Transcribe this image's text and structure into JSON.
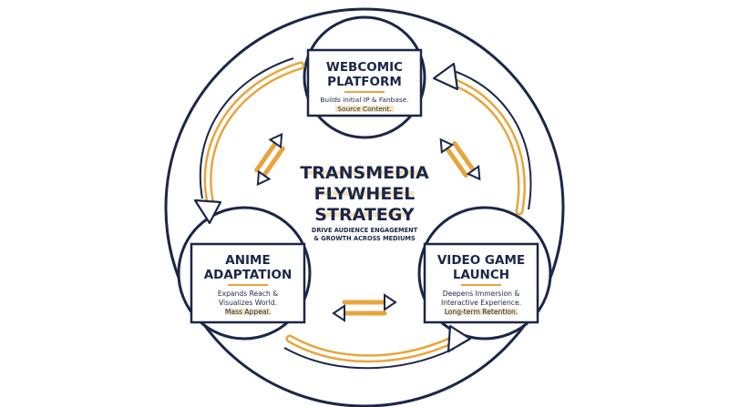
{
  "center": {
    "title_line1": "TRANSMEDIA",
    "title_line2": "FLYWHEEL",
    "title_line3": "STRATEGY",
    "subtitle_line1": "DRIVE AUDIENCE ENGAGEMENT",
    "subtitle_line2": "& GROWTH ACROSS MEDIUMS"
  },
  "nodes": {
    "webcomic": {
      "title_line1": "WEBCOMIC",
      "title_line2": "PLATFORM",
      "desc_line1": "Builds initial IP & Fanbase.",
      "desc_line2": "Source Content."
    },
    "anime": {
      "title_line1": "ANIME",
      "title_line2": "ADAPTATION",
      "desc_line1": "Expands Reach &",
      "desc_line2": "Visualizes World.",
      "desc_line3": "Mass Appeal."
    },
    "game": {
      "title_line1": "VIDEO GAME",
      "title_line2": "LAUNCH",
      "desc_line1": "Deepens Immersion &",
      "desc_line2": "Interactive Experience.",
      "desc_line3": "Long-term Retention."
    }
  },
  "colors": {
    "navy": "#1b2748",
    "orange": "#e8a43c",
    "highlight": "#f6e3bd"
  }
}
